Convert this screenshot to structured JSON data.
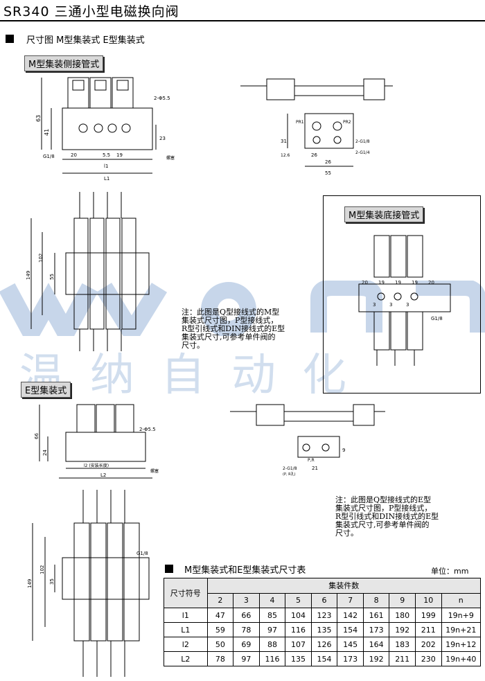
{
  "title": "SR340 三通小型电磁换向阀",
  "section1": "尺寸图 M型集装式 E型集装式",
  "tags": {
    "m_side": "M型集装侧接管式",
    "m_bottom": "M型集装底接管式",
    "e_type": "E型集装式"
  },
  "notes": {
    "note1": [
      "注：此图是Q型接线式的M型",
      "集装式尺寸图，P型接线式，",
      "R型引线式和DIN接线式的E型",
      "集装式尺寸,可参考单件阀的",
      "尺寸。"
    ],
    "note2": [
      "注：此图是Q型接线式的E型",
      "集装式尺寸图，P型接线式，",
      "R型引线式和DIN接线式的E型",
      "集装式尺寸,可参考单件阀的",
      "尺寸。"
    ]
  },
  "watermark": "温纳自动化",
  "drawing_labels": {
    "d1": [
      "63",
      "41",
      "2-Φ5.5",
      "G1/8",
      "20",
      "5.5",
      "19",
      "23",
      "螺塞",
      "l1",
      "L1"
    ],
    "d2": [
      "PR1",
      "PR2",
      "31",
      "12.6",
      "2-G1/8",
      "2-G1/4",
      "26",
      "26",
      "55"
    ],
    "d3": [
      "149",
      "102",
      "55"
    ],
    "d4": [
      "20",
      "19",
      "19",
      "19",
      "20",
      "3",
      "3",
      "3",
      "G1/8"
    ],
    "d5": [
      "66",
      "24",
      "2-Φ5.5",
      "l2 (安装长度)",
      "L2",
      "螺塞"
    ],
    "d6": [
      "P,R",
      "21",
      "9",
      "2-G1/8",
      "(P, R孔)"
    ],
    "d7": [
      "149",
      "102",
      "35",
      "G1/8"
    ]
  },
  "table": {
    "heading": "M型集装式和E型集装式尺寸表",
    "unit": "单位：mm",
    "col_header": "尺寸符号",
    "group_header": "集装件数",
    "counts": [
      "2",
      "3",
      "4",
      "5",
      "6",
      "7",
      "8",
      "9",
      "10",
      "n"
    ],
    "rows": [
      {
        "sym": "l1",
        "vals": [
          "47",
          "66",
          "85",
          "104",
          "123",
          "142",
          "161",
          "180",
          "199",
          "19n+9"
        ]
      },
      {
        "sym": "L1",
        "vals": [
          "59",
          "78",
          "97",
          "116",
          "135",
          "154",
          "173",
          "192",
          "211",
          "19n+21"
        ]
      },
      {
        "sym": "l2",
        "vals": [
          "50",
          "69",
          "88",
          "107",
          "126",
          "145",
          "164",
          "183",
          "202",
          "19n+12"
        ]
      },
      {
        "sym": "L2",
        "vals": [
          "78",
          "97",
          "116",
          "135",
          "154",
          "173",
          "192",
          "211",
          "230",
          "19n+40"
        ]
      }
    ]
  }
}
